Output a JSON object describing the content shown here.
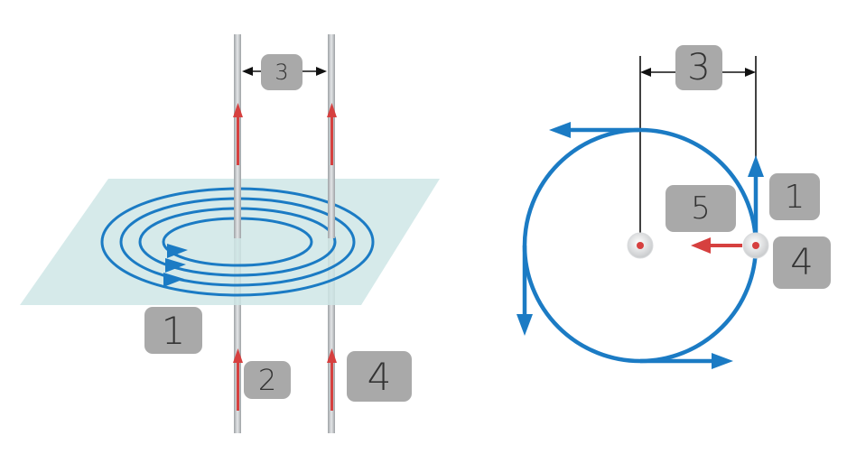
{
  "left_diagram": {
    "labels": {
      "field_lines": "1",
      "current": "2",
      "separation": "3",
      "second_current": "4"
    }
  },
  "right_diagram": {
    "labels": {
      "field_direction": "1",
      "separation": "3",
      "second_wire": "4",
      "force": "5"
    }
  },
  "colors": {
    "field": "#1b7bc4",
    "current_arrow": "#d6403f",
    "wire": "#b9bcbe",
    "plane": "#cfe6e6",
    "label_bg": "#a9a9a9"
  }
}
